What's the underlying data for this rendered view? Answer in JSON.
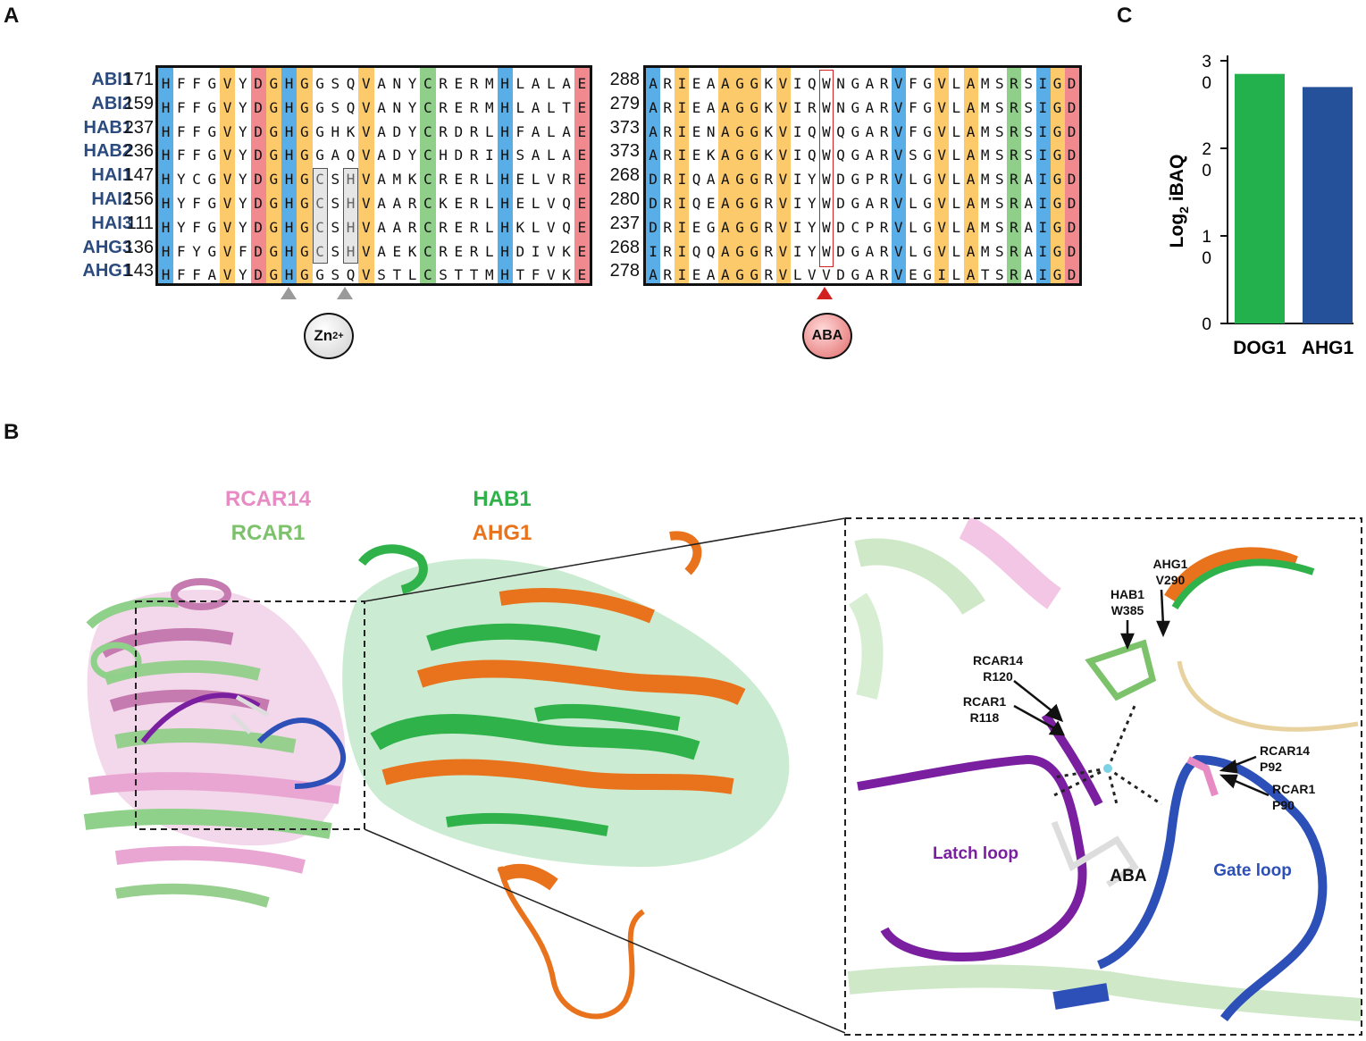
{
  "panels": {
    "a": "A",
    "b": "B",
    "c": "C"
  },
  "alignment": {
    "names": [
      "ABI1",
      "ABI2",
      "HAB1",
      "HAB2",
      "HAI1",
      "HAI2",
      "HAI3",
      "AHG3",
      "AHG1"
    ],
    "left_start": [
      "171",
      "159",
      "237",
      "236",
      "147",
      "156",
      "111",
      "136",
      "143"
    ],
    "right_start": [
      "288",
      "279",
      "373",
      "373",
      "268",
      "280",
      "237",
      "268",
      "278"
    ],
    "left_seqs": [
      "HFFGVYDGHGGSQVANYCRERMHLALAE",
      "HFFGVYDGHGGSQVANYCRERMHLALTE",
      "HFFGVYDGHGGHKVADYCRDRLHFALAE",
      "HFFGVYDGHGGAQVADYCHDRIHSALAE",
      "HYCGVYDGHGCSHVAMKCRERLHELVRE",
      "HYFGVYDGHGCSHVAARCKERLHELVQE",
      "HYFGVYDGHGCSHVAARCRERLHKLVQE",
      "HFYGVFDGHGCSHVAEKCRERLHDIVKE",
      "HFFAVYDGHGGSQVSTLCSTTMHTFVKE"
    ],
    "right_seqs": [
      "ARIEAAGGKVIQWNGARVFGVLAMSRSIGD",
      "ARIEAAGGKVIRWNGARVFGVLAMSRSIGD",
      "ARIENAGGKVIQWQGARVFGVLAMSRSIGD",
      "ARIEKAGGKVIQWQGARVSGVLAMSRSIGD",
      "DRIQAAGGRVIYWDGPRVLGVLAMSRAIGD",
      "DRIQEAGGRVIYWDGARVLGVLAMSRAIGD",
      "DRIEGAGGRVIYWDCPRVLGVLAMSRAIGD",
      "IRIQQAGGRVIYWDGARVLGVLAMSRAIGD",
      "ARIEAAGGRVLVVDGARVEGILATSRAIGD"
    ],
    "left_colors": [
      "#5aaee8",
      "",
      "",
      "",
      "#fcc96b",
      "",
      "#f08a8f",
      "#fcc96b",
      "#5aaee8",
      "#fcc96b",
      "",
      "",
      "",
      "#fcc96b",
      "",
      "",
      "",
      "#8fcf8a",
      "",
      "",
      "",
      "",
      "#5aaee8",
      "",
      "",
      "",
      "",
      "#f08a8f"
    ],
    "right_colors": [
      "#5aaee8",
      "",
      "#fcc96b",
      "",
      "",
      "#fcc96b",
      "#fcc96b",
      "#fcc96b",
      "",
      "#fcc96b",
      "",
      "",
      "",
      "",
      "",
      "",
      "",
      "#5aaee8",
      "",
      "",
      "#fcc96b",
      "",
      "#fcc96b",
      "",
      "",
      "#8fcf8a",
      "",
      "#5aaee8",
      "#fcc96b",
      "#f08a8f"
    ],
    "zn_label": "Zn",
    "zn_sup": "2+",
    "aba_label": "ABA"
  },
  "chart_data": {
    "type": "bar",
    "categories": [
      "DOG1",
      "AHG1"
    ],
    "values": [
      28.5,
      27.0
    ],
    "ylabel": "Log",
    "ylabel_sub": "2",
    "ylabel_rest": " iBAQ",
    "ylim": [
      0,
      30
    ],
    "tick_top": [
      "3",
      "2",
      "1",
      "0"
    ],
    "tick_bottom": [
      "0",
      "0",
      "0",
      ""
    ],
    "colors": [
      "#22b14c",
      "#24519a"
    ]
  },
  "structure": {
    "labels": {
      "rcar14": "RCAR14",
      "rcar1": "RCAR1",
      "hab1": "HAB1",
      "ahg1": "AHG1"
    },
    "colors": {
      "rcar14": "#e88bc4",
      "rcar1": "#7cc26b",
      "hab1": "#2fb24a",
      "ahg1": "#e8731c",
      "latch": "#7a1fa0",
      "gate": "#2c4fb8"
    },
    "zoom_labels": {
      "ahg1_v290": [
        "AHG1",
        "V290"
      ],
      "hab1_w385": [
        "HAB1",
        "W385"
      ],
      "rcar14_r120": [
        "RCAR14",
        "R120"
      ],
      "rcar1_r118": [
        "RCAR1",
        "R118"
      ],
      "rcar14_p92": [
        "RCAR14",
        "P92"
      ],
      "rcar1_p90": [
        "RCAR1",
        "P90"
      ],
      "latch_loop": "Latch loop",
      "gate_loop": "Gate loop",
      "aba": "ABA"
    }
  }
}
